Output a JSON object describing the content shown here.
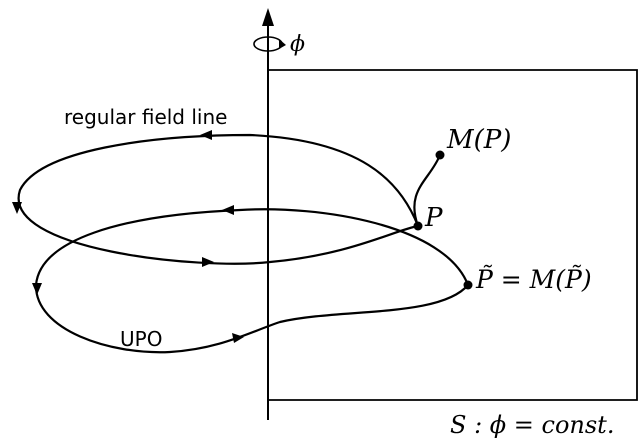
{
  "axis_symbol": "ϕ",
  "labels": {
    "regular_field_line": "regular field line",
    "upo": "UPO",
    "map_of_p": "M(P)",
    "point_p": "P",
    "fixed_point": "P̃ = M(P̃)",
    "section": "S : ϕ = const."
  },
  "colors": {
    "ink": "#000000",
    "background": "#ffffff"
  }
}
